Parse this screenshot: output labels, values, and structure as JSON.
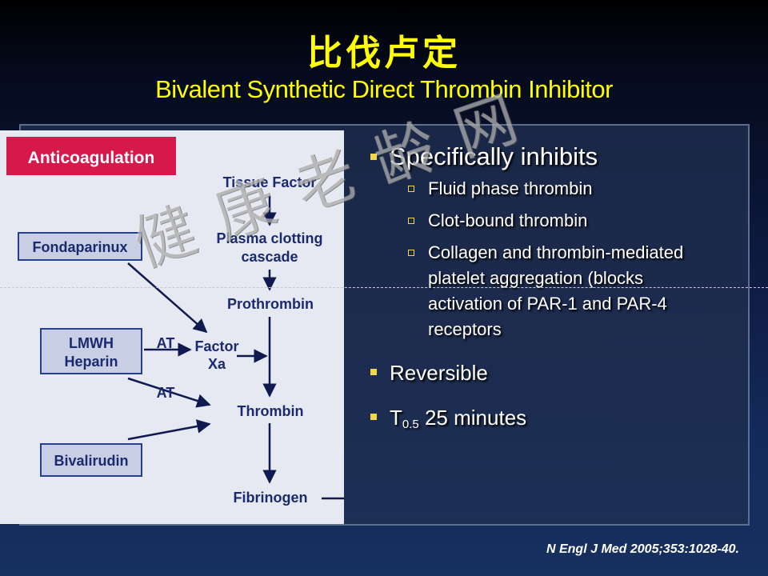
{
  "title": {
    "chinese": "比伐卢定",
    "english": "Bivalent Synthetic Direct Thrombin Inhibitor"
  },
  "diagram": {
    "header": "Anticoagulation",
    "nodes": {
      "tissue_factor": "Tissue Factor",
      "plasma_line1": "Plasma clotting",
      "plasma_line2": "cascade",
      "prothrombin": "Prothrombin",
      "factor_line1": "Factor",
      "factor_line2": "Xa",
      "thrombin": "Thrombin",
      "fibrinogen": "Fibrinogen"
    },
    "drugs": {
      "fondaparinux": "Fondaparinux",
      "lmwh_line1": "LMWH",
      "lmwh_line2": "Heparin",
      "bivalirudin": "Bivalirudin"
    },
    "labels": {
      "at1": "AT",
      "at2": "AT"
    }
  },
  "bullets": {
    "main1": "Specifically inhibits",
    "sub1": "Fluid phase thrombin",
    "sub2": "Clot-bound thrombin",
    "sub3_l1": "Collagen and thrombin-mediated",
    "sub3_l2": "platelet aggregation  (blocks",
    "sub3_l3": "activation of PAR-1 and PAR-4",
    "sub3_l4": "receptors",
    "main2": "Reversible",
    "main3_prefix": "T",
    "main3_sub": "0.5",
    "main3_rest": " 25 minutes"
  },
  "watermark": "健康老龄网",
  "citation": "N Engl J Med 2005;353:1028-40.",
  "colors": {
    "title": "#ffff00",
    "header_box": "#d6184b",
    "drug_box": "#c8cfe4",
    "drug_border": "#263f8f",
    "arrow": "#111a50",
    "bullet": "#f2d64a"
  }
}
